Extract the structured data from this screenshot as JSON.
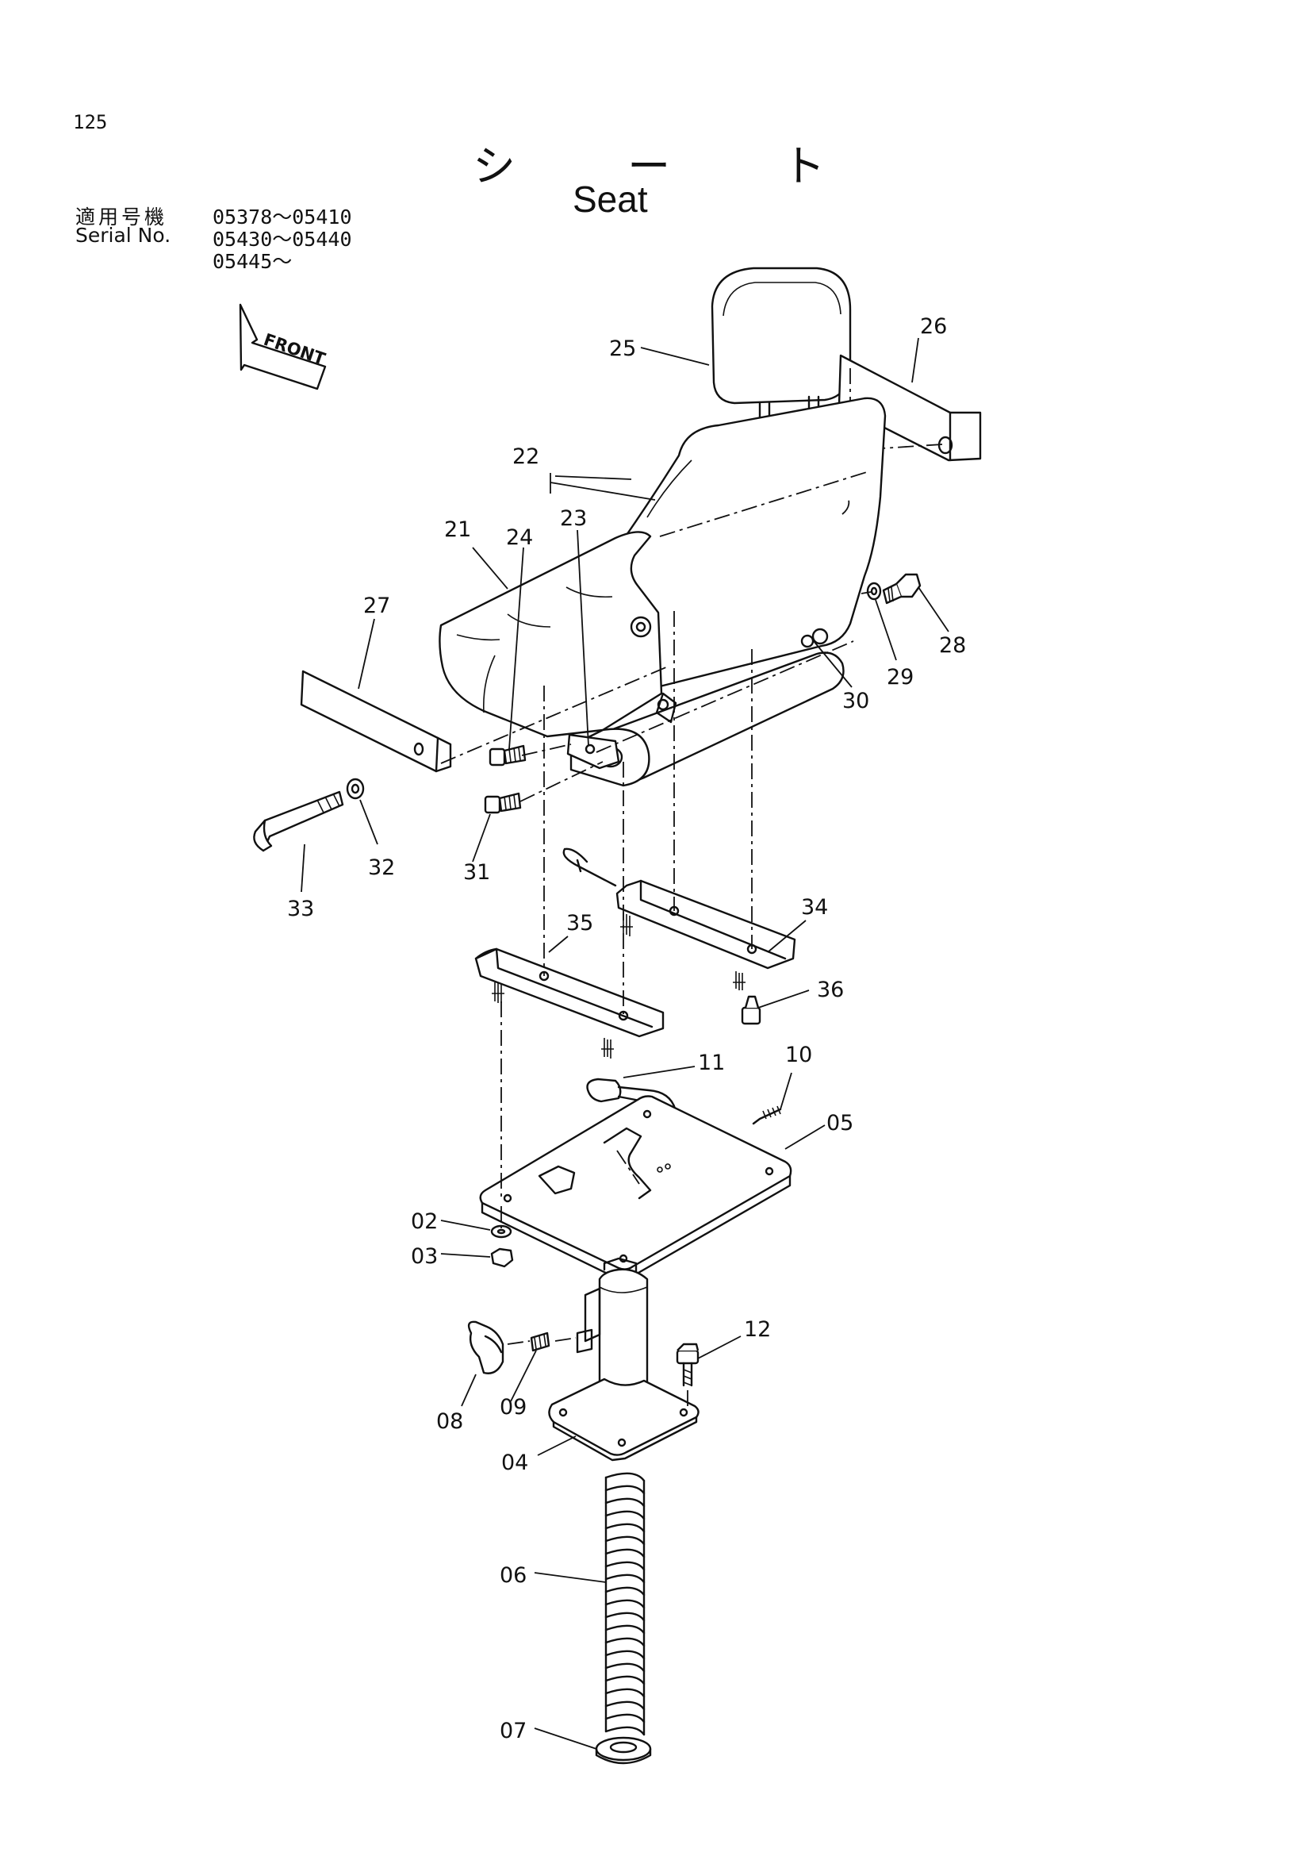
{
  "page_number": "125",
  "title_ja": "シ ー ト",
  "title_en": "Seat",
  "serial": {
    "label_ja": "適用号機",
    "label_en": "Serial No.",
    "values": [
      "05378～05410",
      "05430～05440",
      "05445～"
    ]
  },
  "front_arrow_label": "FRONT",
  "parts": {
    "p02": "02",
    "p03": "03",
    "p04": "04",
    "p05": "05",
    "p06": "06",
    "p07": "07",
    "p08": "08",
    "p09": "09",
    "p10": "10",
    "p11": "11",
    "p12": "12",
    "p21": "21",
    "p22": "22",
    "p23": "23",
    "p24": "24",
    "p25": "25",
    "p26": "26",
    "p27": "27",
    "p28": "28",
    "p29": "29",
    "p30": "30",
    "p31": "31",
    "p32": "32",
    "p33": "33",
    "p34": "34",
    "p35": "35",
    "p36": "36"
  }
}
